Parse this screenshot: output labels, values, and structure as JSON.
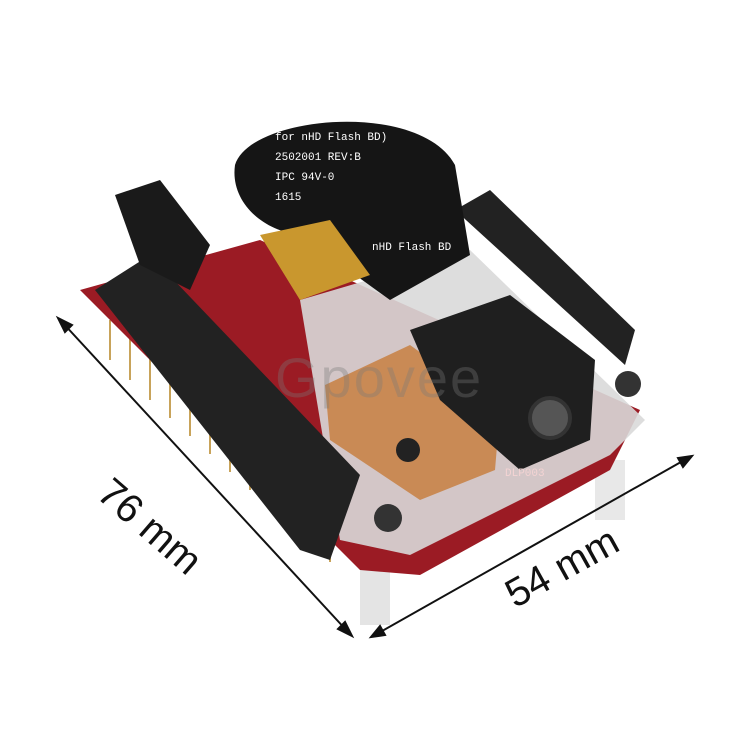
{
  "photo": {
    "dimension_length": "76 mm",
    "dimension_width": "54 mm",
    "watermark": "Gpovee",
    "cable_text": [
      "for nHD Flash BD)",
      "2502001 REV:B",
      "IPC 94V-0",
      "1615",
      "nHD Flash BD"
    ],
    "board_label": "DLP003",
    "colors": {
      "pcb": "#9b1b24",
      "header": "#222222",
      "cable": "#151515",
      "copper": "#c98a55",
      "plate": "#d8d8d8"
    }
  }
}
